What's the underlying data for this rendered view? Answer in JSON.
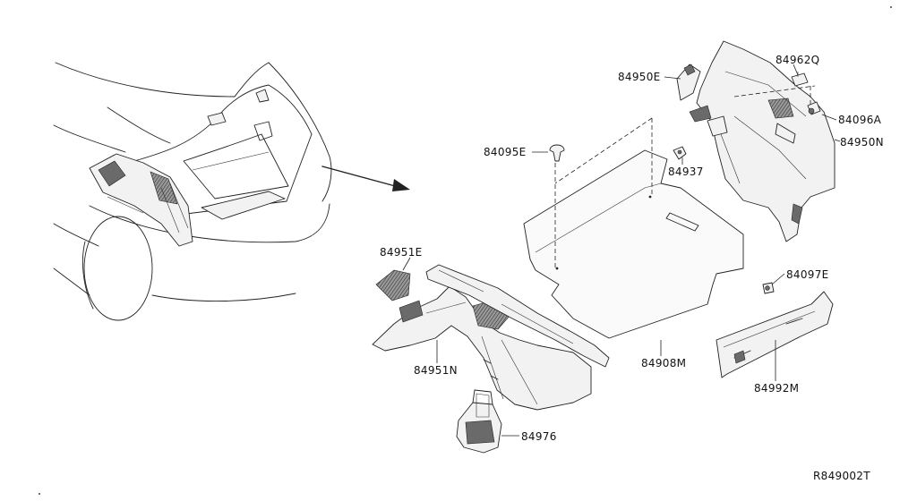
{
  "callouts": {
    "p84962Q": "84962Q",
    "p84950E": "84950E",
    "p84096A": "84096A",
    "p84950N": "84950N",
    "p84095E": "84095E",
    "p84937": "84937",
    "p84951E": "84951E",
    "p84097E": "84097E",
    "p84951N": "84951N",
    "p84908M": "84908M",
    "p84992M": "84992M",
    "p84976": "84976"
  },
  "reference_code": "R849002T"
}
